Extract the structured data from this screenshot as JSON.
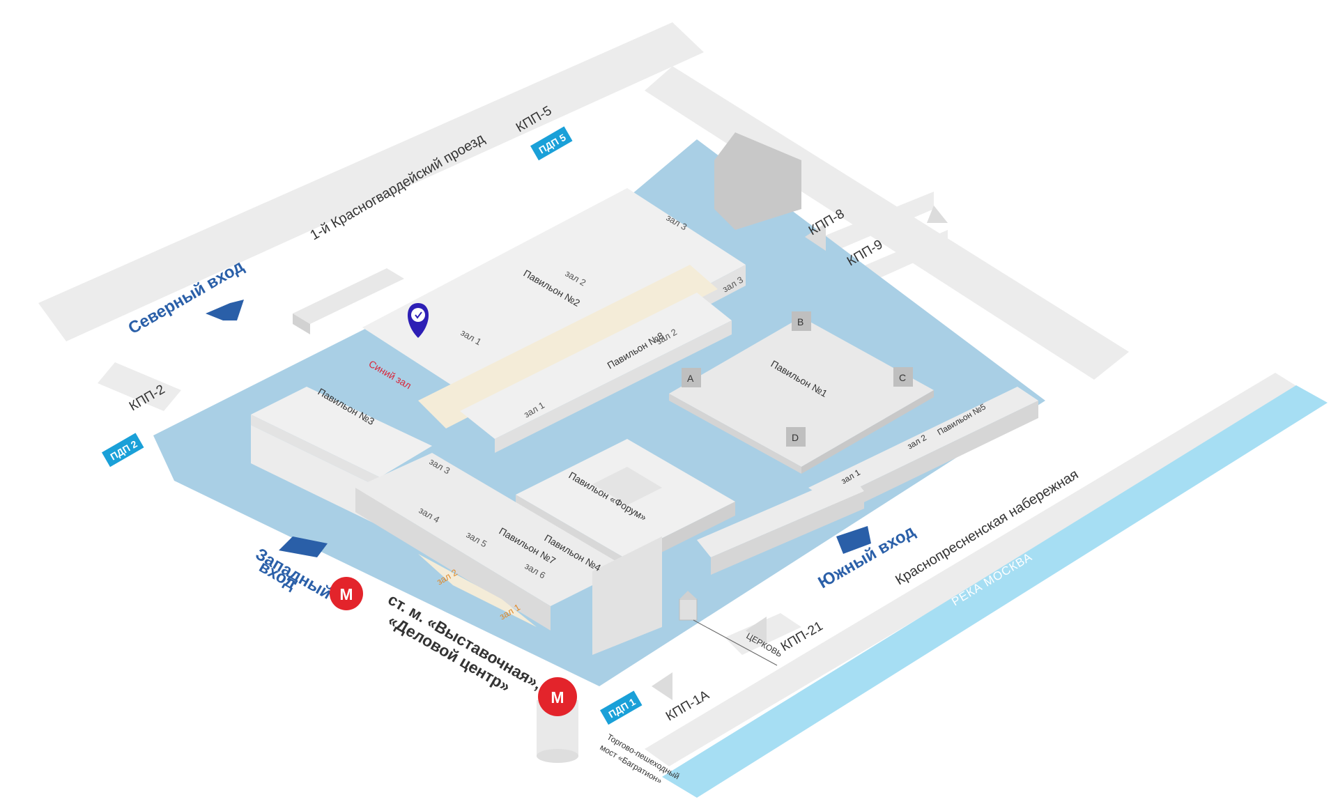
{
  "roads": {
    "north": "1-й Красногвардейский проезд",
    "south": "Краснопресненская набережная"
  },
  "river": "РЕКА МОСКВА",
  "entrances": {
    "north": "Северный вход",
    "west_line1": "Западный",
    "west_line2": "вход",
    "south": "Южный вход"
  },
  "checkpoints": {
    "kpp5": "КПП-5",
    "kpp8": "КПП-8",
    "kpp9": "КПП-9",
    "kpp2": "КПП-2",
    "kpp21": "КПП-21",
    "kpp1a": "КПП-1А"
  },
  "pdp": {
    "pdp5": "ПДП 5",
    "pdp2": "ПДП 2",
    "pdp1": "ПДП 1"
  },
  "metro": {
    "symbol": "M",
    "line1": "ст. м. «Выставочная»,",
    "line2": "«Деловой центр»"
  },
  "pavilions": {
    "p1": "Павильон №1",
    "p2": "Павильон №2",
    "p3": "Павильон №3",
    "p4": "Павильон №4",
    "p5": "Павильон №5",
    "p7": "Павильон №7",
    "p8": "Павильон №8",
    "forum": "Павильон «Форум»"
  },
  "halls": {
    "p2_z1": "зал 1",
    "p2_z2": "зал 2",
    "p2_z3": "зал 3",
    "p8_z1": "зал 1",
    "p8_z2": "зал 2",
    "p8_z3": "зал 3",
    "p3_z3": "зал 3",
    "p7_z4": "зал 4",
    "p7_z5": "зал 5",
    "p7_z6": "зал 6",
    "o_z1": "зал 1",
    "o_z2": "зал 2",
    "p5_z1": "зал 1",
    "p5_z2": "зал 2"
  },
  "blue_hall": "Синий зал",
  "corners": {
    "a": "A",
    "b": "B",
    "c": "C",
    "d": "D"
  },
  "church": "ЦЕРКОВЬ",
  "bridge": {
    "line1": "Торгово-пешеходный",
    "line2": "мост «Багратион»"
  },
  "colors": {
    "site": "#a9cfe5",
    "road": "#ececec",
    "river": "#a6def3",
    "entry_blue": "#2a5fa8",
    "pdp_blue": "#1aa0d8",
    "metro_red": "#e3242b",
    "pin": "#2d1fb5"
  },
  "icons": {
    "location_pin": "map-pin-icon",
    "metro": "metro-icon"
  }
}
